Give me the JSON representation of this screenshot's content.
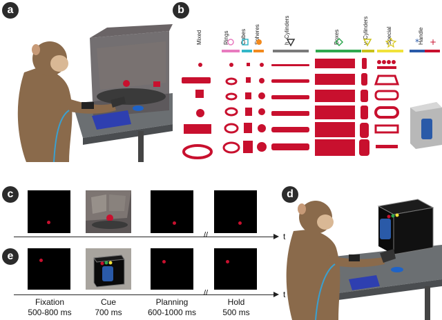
{
  "panels": {
    "a": "a",
    "b": "b",
    "c": "c",
    "d": "d",
    "e": "e"
  },
  "categories": [
    {
      "name": "Mixed",
      "color": "#ffffff",
      "icon": "none"
    },
    {
      "name": "Rings",
      "color": "#e87bbf",
      "icon": "circle"
    },
    {
      "name": "Cubes",
      "color": "#33b7c8",
      "icon": "square"
    },
    {
      "name": "Spheres",
      "color": "#f28a1e",
      "icon": "dot"
    },
    {
      "name": "h. Cylinders",
      "color": "#7a7a7a",
      "icon": "triangle-down"
    },
    {
      "name": "Boxes",
      "color": "#2fa84f",
      "icon": "diamond"
    },
    {
      "name": "v. Cylinders",
      "color": "#c9c21a",
      "icon": "triangle-down"
    },
    {
      "name": "Special",
      "color": "#f1e23a",
      "icon": "star"
    },
    {
      "name": "Handle",
      "color": "#2a5aa8",
      "icon": "asterisk-plus"
    }
  ],
  "timeline": {
    "axis_label": "t",
    "phases": [
      {
        "name": "Fixation",
        "duration": "500-800 ms"
      },
      {
        "name": "Cue",
        "duration": "700 ms"
      },
      {
        "name": "Planning",
        "duration": "600-1000 ms"
      },
      {
        "name": "Hold",
        "duration": "500 ms"
      }
    ],
    "break_symbol": "//"
  },
  "colors": {
    "red_object": "#c8102e",
    "screen": "#0a0a0a",
    "table": "#5f6366",
    "monkey": "#8a6a4b"
  }
}
